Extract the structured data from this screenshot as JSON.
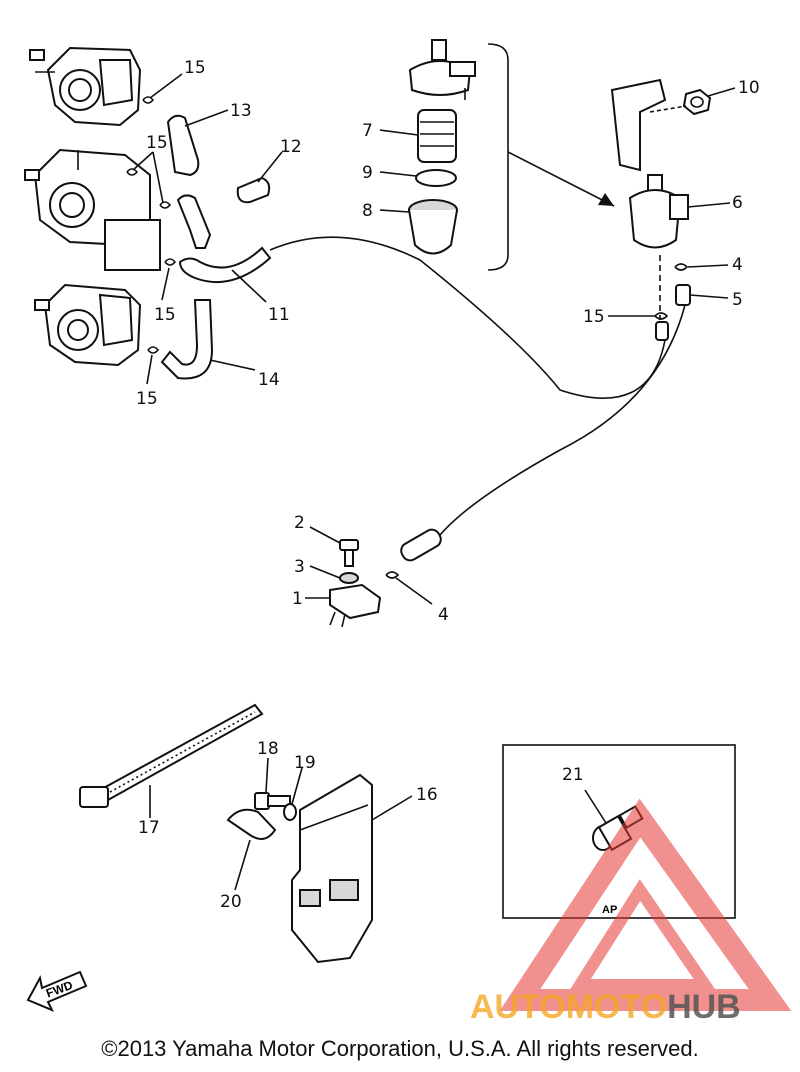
{
  "callouts": {
    "c1": "1",
    "c2": "2",
    "c3": "3",
    "c4a": "4",
    "c4b": "4",
    "c5": "5",
    "c6": "6",
    "c7": "7",
    "c8": "8",
    "c9": "9",
    "c10": "10",
    "c11": "11",
    "c12": "12",
    "c13": "13",
    "c14": "14",
    "c15a": "15",
    "c15b": "15",
    "c15c": "15",
    "c15d": "15",
    "c15e": "15",
    "c16": "16",
    "c17": "17",
    "c18": "18",
    "c19": "19",
    "c20": "20",
    "c21": "21"
  },
  "fwd_label": "FWD",
  "ap_label": "AP",
  "watermark": {
    "part1": "AUTOMOTO",
    "part2": "HUB",
    "color1": "#f5a623",
    "color2": "#555555",
    "triangle_color": "#e53935"
  },
  "copyright": "©2013 Yamaha Motor Corporation, U.S.A. All rights reserved."
}
